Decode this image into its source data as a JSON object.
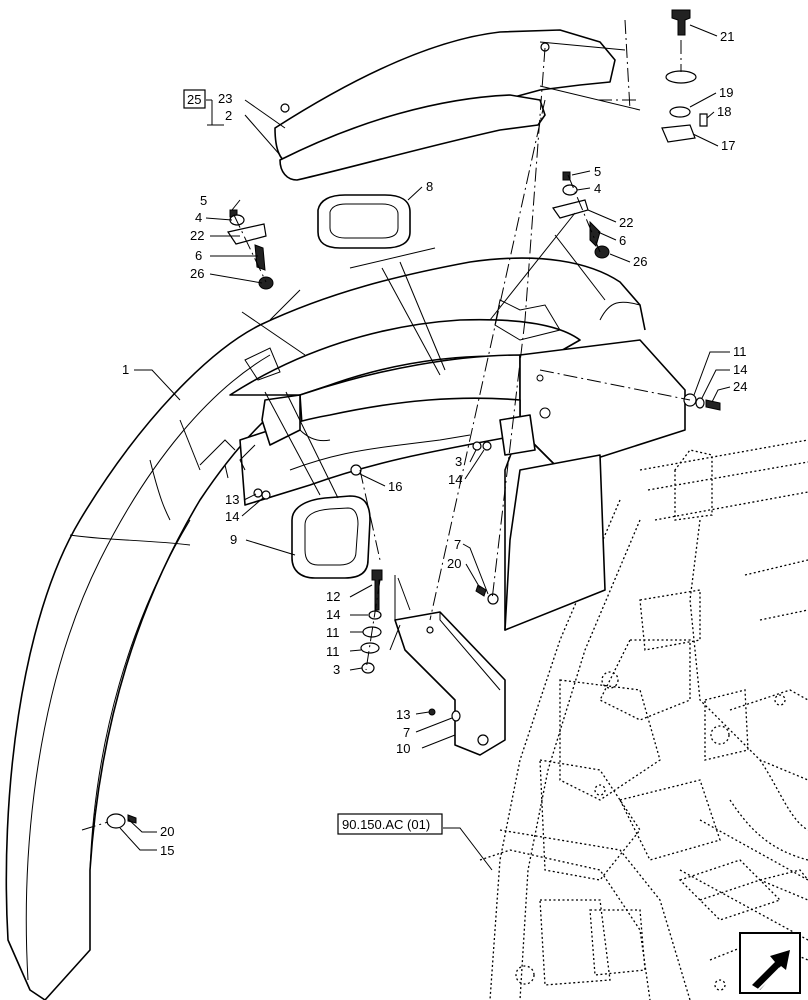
{
  "diagram": {
    "group_label": "25",
    "reference_label": "90.150.AC (01)",
    "nav_icon": "next-page-arrow-icon",
    "callouts": {
      "c1": "1",
      "c2": "2",
      "c3a": "3",
      "c3b": "3",
      "c4a": "4",
      "c4b": "4",
      "c5a": "5",
      "c5b": "5",
      "c6a": "6",
      "c6b": "6",
      "c7a": "7",
      "c7b": "7",
      "c8": "8",
      "c9": "9",
      "c10": "10",
      "c11a": "11",
      "c11b": "11",
      "c11c": "11",
      "c12": "12",
      "c13a": "13",
      "c13b": "13",
      "c14a": "14",
      "c14b": "14",
      "c14c": "14",
      "c14d": "14",
      "c15": "15",
      "c16": "16",
      "c17": "17",
      "c18": "18",
      "c19": "19",
      "c20a": "20",
      "c20b": "20",
      "c21": "21",
      "c22a": "22",
      "c22b": "22",
      "c23": "23",
      "c24": "24",
      "c26a": "26",
      "c26b": "26"
    }
  }
}
